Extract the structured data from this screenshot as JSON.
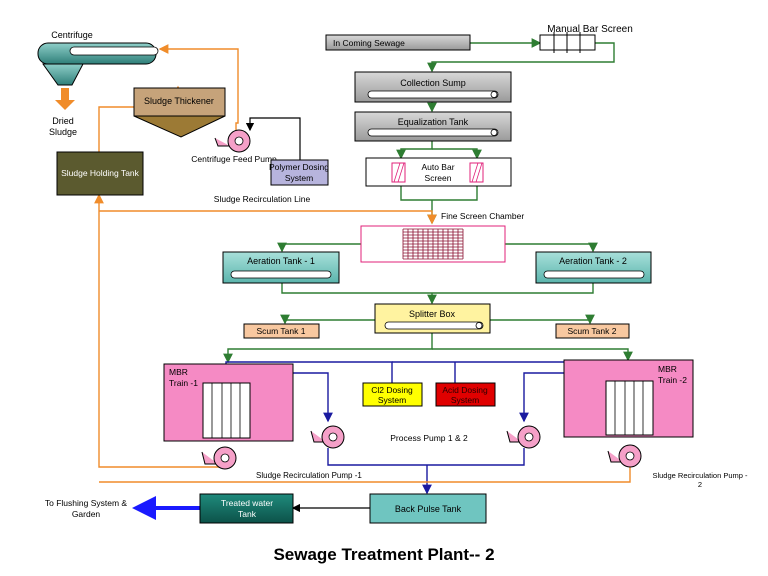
{
  "title": "Sewage Treatment Plant-- 2",
  "labels": {
    "centrifuge": "Centrifuge",
    "dried_sludge_1": "Dried",
    "dried_sludge_2": "Sludge",
    "sludge_thickener": "Sludge Thickener",
    "centrifuge_feed_pump": "Centrifuge Feed Pump",
    "polymer_dosing_1": "Polymer Dosing",
    "polymer_dosing_2": "System",
    "sludge_holding_tank": "Sludge Holding Tank",
    "sludge_recirculation_line": "Sludge Recirculation Line",
    "incoming_sewage": "In Coming Sewage",
    "manual_bar_screen": "Manual Bar Screen",
    "collection_sump": "Collection Sump",
    "equalization_tank": "Equalization Tank",
    "auto_bar_screen_1": "Auto Bar",
    "auto_bar_screen_2": "Screen",
    "fine_screen_chamber": "Fine Screen Chamber",
    "aeration_tank_1": "Aeration Tank - 1",
    "aeration_tank_2": "Aeration Tank - 2",
    "splitter_box": "Splitter Box",
    "scum_tank_1": "Scum Tank 1",
    "scum_tank_2": "Scum Tank 2",
    "mbr_train_1_a": "MBR",
    "mbr_train_1_b": "Train -1",
    "mbr_train_2_a": "MBR",
    "mbr_train_2_b": "Train -2",
    "cl2_dosing_1": "Cl2 Dosing",
    "cl2_dosing_2": "System",
    "acid_dosing_1": "Acid Dosing",
    "acid_dosing_2": "System",
    "process_pump": "Process Pump 1 & 2",
    "sludge_recirc_pump_1": "Sludge Recirculation Pump -1",
    "sludge_recirc_pump_2a": "Sludge Recirculation Pump -",
    "sludge_recirc_pump_2b": "2",
    "back_pulse_tank": "Back Pulse Tank",
    "treated_water_1": "Treated water",
    "treated_water_2": "Tank",
    "flushing_1": "To Flushing System &",
    "flushing_2": "Garden"
  },
  "colors": {
    "green_line": "#2e7d32",
    "orange_line": "#f08c2a",
    "blue_line": "#1a1aa0",
    "grey_box": "#b5b5b5",
    "aeration": "#7ecbc4",
    "scum": "#f8c8a0",
    "splitter": "#fff3a0",
    "mbr": "#f58ac4",
    "cl2": "#ffff00",
    "acid": "#e00000",
    "holding": "#5b5a2f",
    "thickener": "#c6a37a",
    "polymer": "#b7b4dd",
    "back_pulse": "#6fc5c0",
    "treated": "#106b60",
    "pump": "#f5a0c8"
  }
}
